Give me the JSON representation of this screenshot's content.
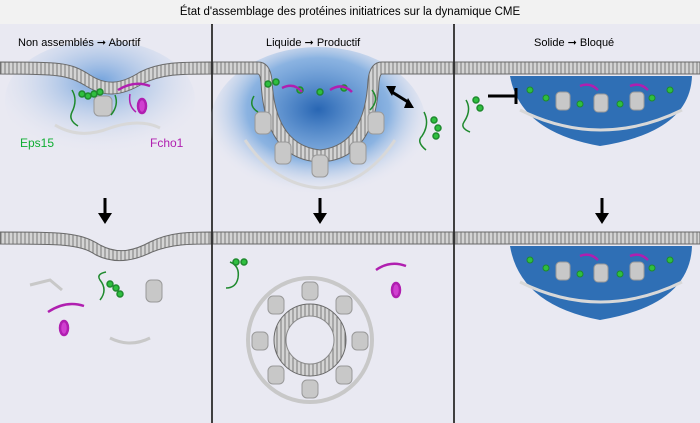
{
  "title": "État d'assemblage des protéines initiatrices sur la dynamique CME",
  "panels": [
    {
      "state": "Non assemblés",
      "outcome": "Abortif"
    },
    {
      "state": "Liquide",
      "outcome": "Productif"
    },
    {
      "state": "Solide",
      "outcome": "Bloqué"
    }
  ],
  "proteins": {
    "eps15": "Eps15",
    "fcho1": "Fcho1"
  },
  "colors": {
    "eps15": "#1f8a2e",
    "fcho1": "#b01fb0",
    "condensate": "#2f6fb5",
    "membrane": "#8a8a8a",
    "clathrin": "#b8b8b8",
    "background": "#e8e8f2"
  },
  "icons": [
    "arrow-icon",
    "bidirectional-arrow-icon",
    "inhibition-icon",
    "membrane-icon",
    "clathrin-coat-icon"
  ]
}
